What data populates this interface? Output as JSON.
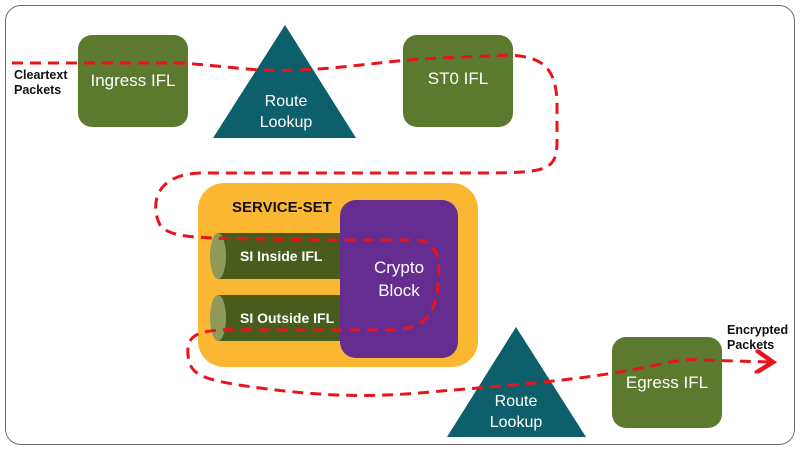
{
  "labels": {
    "input": "Cleartext\nPackets",
    "input_line1": "Cleartext",
    "input_line2": "Packets",
    "output_line1": "Encrypted",
    "output_line2": "Packets"
  },
  "nodes": {
    "ingress": "Ingress IFL",
    "route_lookup_top_line1": "Route",
    "route_lookup_top_line2": "Lookup",
    "st0": "ST0 IFL",
    "service_set": "SERVICE-SET",
    "si_inside": "SI Inside IFL",
    "si_outside": "SI Outside IFL",
    "crypto_line1": "Crypto",
    "crypto_line2": "Block",
    "route_lookup_bottom_line1": "Route",
    "route_lookup_bottom_line2": "Lookup",
    "egress": "Egress IFL"
  },
  "colors": {
    "ifl_green": "#5b7a2e",
    "route_teal": "#0e5f6c",
    "service_set_orange": "#fbb731",
    "crypto_purple": "#652d90",
    "si_dark_green": "#4a5c1c",
    "packet_path_red": "#e8141b"
  }
}
